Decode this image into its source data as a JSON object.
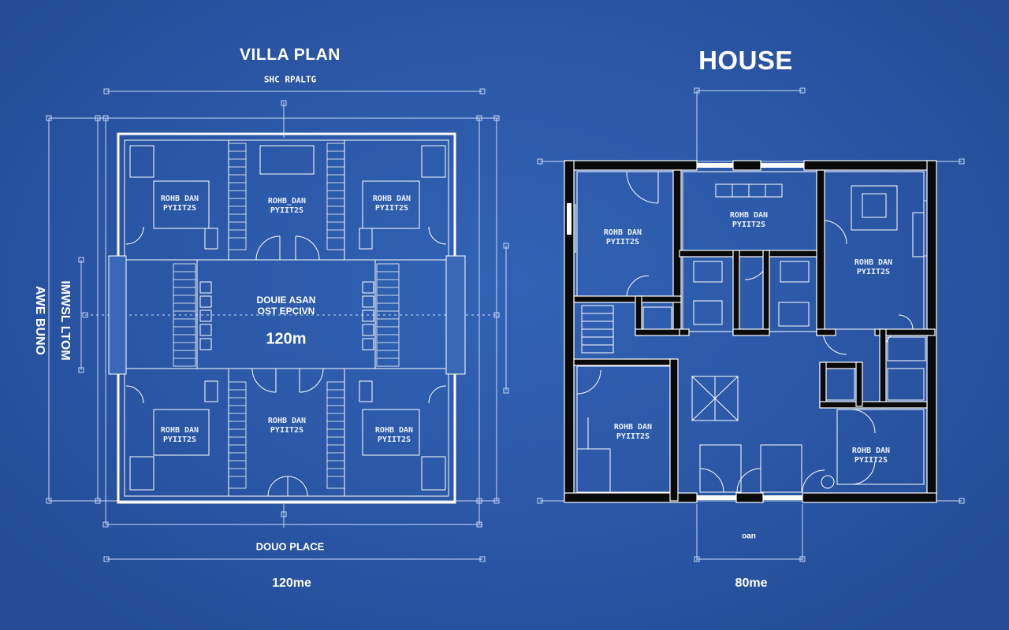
{
  "villa": {
    "title": "VILLA PLAN",
    "subtitle": "SHC RPALTG",
    "side_label_outer": "AWE BUNO",
    "side_label_inner": "IMWSL LTOM",
    "center_line1": "DOUIE ASAN",
    "center_line2": "OST EPCIVN",
    "center_area": "120m",
    "bottom_label": "DOUO PLACE",
    "bottom_size": "120me",
    "rooms": [
      {
        "line1": "ROHB DAN",
        "line2": "PYIIT2S"
      },
      {
        "line1": "ROHB_DAN",
        "line2": "PYIIT2S"
      },
      {
        "line1": "ROHB DAN",
        "line2": "PYIIT2S"
      },
      {
        "line1": "ROHB DAN",
        "line2": "PYIIT2S"
      },
      {
        "line1": "ROHB DAN",
        "line2": "PYIIT2S"
      },
      {
        "line1": "ROHB DAN",
        "line2": "PYIIT2S"
      }
    ]
  },
  "house": {
    "title": "HOUSE",
    "rooms": [
      {
        "line1": "ROHB DAN",
        "line2": "PYIIT2S"
      },
      {
        "line1": "ROHB DAN",
        "line2": "PYIIT2S"
      },
      {
        "line1": "ROHB DAN",
        "line2": "PYIIT2S"
      },
      {
        "line1": "ROHB DAN",
        "line2": "PYIIT2S"
      },
      {
        "line1": "ROHB DAN",
        "line2": "PYIIT2S"
      }
    ],
    "bottom_label": "oan",
    "bottom_size": "80me"
  },
  "colors": {
    "background": "#2a55a3",
    "line": "#ffffff",
    "wall_fill": "#000000"
  }
}
